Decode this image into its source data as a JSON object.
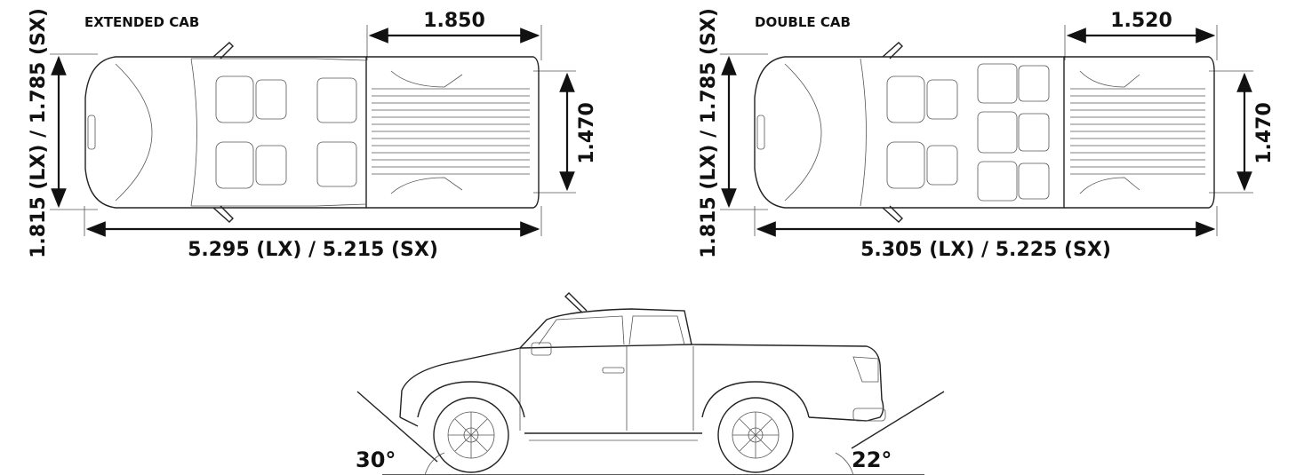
{
  "views": {
    "extended": {
      "title": "EXTENDED CAB",
      "bed_length": "1.850",
      "bed_width": "1.470",
      "overall_width": "1.815 (LX) / 1.785 (SX)",
      "overall_length": "5.295 (LX) / 5.215 (SX)"
    },
    "double": {
      "title": "DOUBLE CAB",
      "bed_length": "1.520",
      "bed_width": "1.470",
      "overall_width": "1.815 (LX) / 1.785 (SX)",
      "overall_length": "5.305 (LX) / 5.225 (SX)"
    }
  },
  "side_view": {
    "approach_angle": "30°",
    "departure_angle": "22°"
  }
}
